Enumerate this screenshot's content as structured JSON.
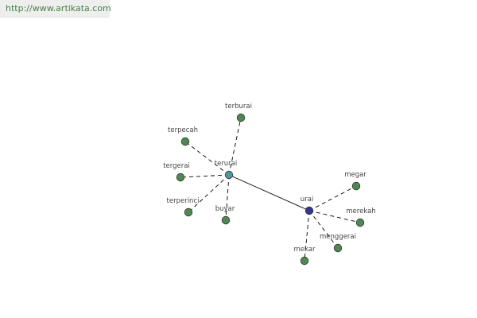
{
  "header": {
    "source_url": "http://www.artikata.com"
  },
  "graph": {
    "colors": {
      "leaf_node": "#4e8a4e",
      "hub_teal": "#4e9a9a",
      "hub_blue": "#333399",
      "node_stroke": "#333333",
      "edge": "#000000"
    },
    "hubs": [
      {
        "id": "terurai",
        "label": "terurai",
        "color": "#4e9a9a"
      },
      {
        "id": "urai",
        "label": "urai",
        "color": "#333399"
      }
    ],
    "leaves": [
      {
        "id": "terburai",
        "label": "terburai",
        "hub": "terurai"
      },
      {
        "id": "terpecah",
        "label": "terpecah",
        "hub": "terurai"
      },
      {
        "id": "tergerai",
        "label": "tergerai",
        "hub": "terurai"
      },
      {
        "id": "terperinci",
        "label": "terperinci",
        "hub": "terurai"
      },
      {
        "id": "buyar",
        "label": "buyar",
        "hub": "terurai"
      },
      {
        "id": "megar",
        "label": "megar",
        "hub": "urai"
      },
      {
        "id": "merekah",
        "label": "merekah",
        "hub": "urai"
      },
      {
        "id": "menggerai",
        "label": "menggerai",
        "hub": "urai"
      },
      {
        "id": "mekar",
        "label": "mekar",
        "hub": "urai"
      }
    ],
    "hub_link": {
      "from": "terurai",
      "to": "urai",
      "style": "solid"
    },
    "leaf_link_style": "dashed"
  }
}
